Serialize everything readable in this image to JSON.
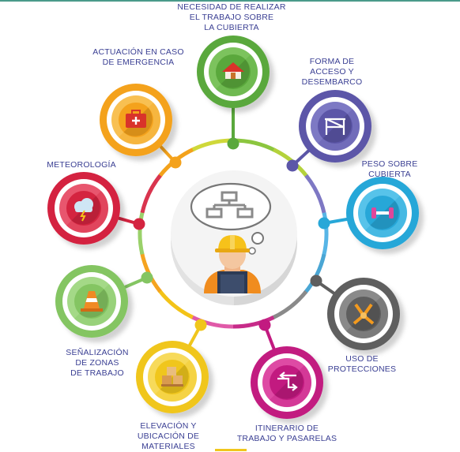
{
  "accent": "#3a3f93",
  "top_line_color": "#4a9a8a",
  "center_icon": "flowchart-thought-bubble-icon",
  "worker_icon": "construction-worker-icon",
  "nodes": [
    {
      "id": "necesidad",
      "label": "NECESIDAD DE REALIZAR\nEL TRABAJO SOBRE\nLA CUBIERTA",
      "color": "#5aa83c",
      "light": "#7cc35d",
      "icon": "house-roof-icon"
    },
    {
      "id": "forma",
      "label": "FORMA DE\nACCESO Y\nDESEMBARCO",
      "color": "#5c56a8",
      "light": "#7d79c4",
      "icon": "scaffold-icon"
    },
    {
      "id": "peso",
      "label": "PESO SOBRE\nCUBIERTA",
      "color": "#27a7d8",
      "light": "#57c3ea",
      "icon": "dumbbell-icon"
    },
    {
      "id": "uso",
      "label": "USO DE\nPROTECCIONES",
      "color": "#5e5e5e",
      "light": "#8a8a8a",
      "icon": "safety-harness-icon"
    },
    {
      "id": "itinerario",
      "label": "ITINERARIO DE\nTRABAJO Y PASARELAS",
      "color": "#c21a80",
      "light": "#de4aa4",
      "icon": "route-arrows-icon"
    },
    {
      "id": "elevacion",
      "label": "ELEVACIÓN Y\nUBICACIÓN DE\nMATERIALES",
      "color": "#f0c61c",
      "light": "#f7da5a",
      "icon": "pallet-boxes-icon"
    },
    {
      "id": "senalizacion",
      "label": "SEÑALIZACIÓN\nDE ZONAS\nDE TRABAJO",
      "color": "#84c562",
      "light": "#a4d987",
      "icon": "traffic-cone-icon"
    },
    {
      "id": "meteorologia",
      "label": "METEOROLOGÍA",
      "color": "#d42440",
      "light": "#e8566e",
      "icon": "storm-cloud-icon"
    },
    {
      "id": "actuacion",
      "label": "ACTUACIÓN EN CASO\nDE EMERGENCIA",
      "color": "#f4a21c",
      "light": "#f8c052",
      "icon": "first-aid-kit-icon"
    }
  ]
}
